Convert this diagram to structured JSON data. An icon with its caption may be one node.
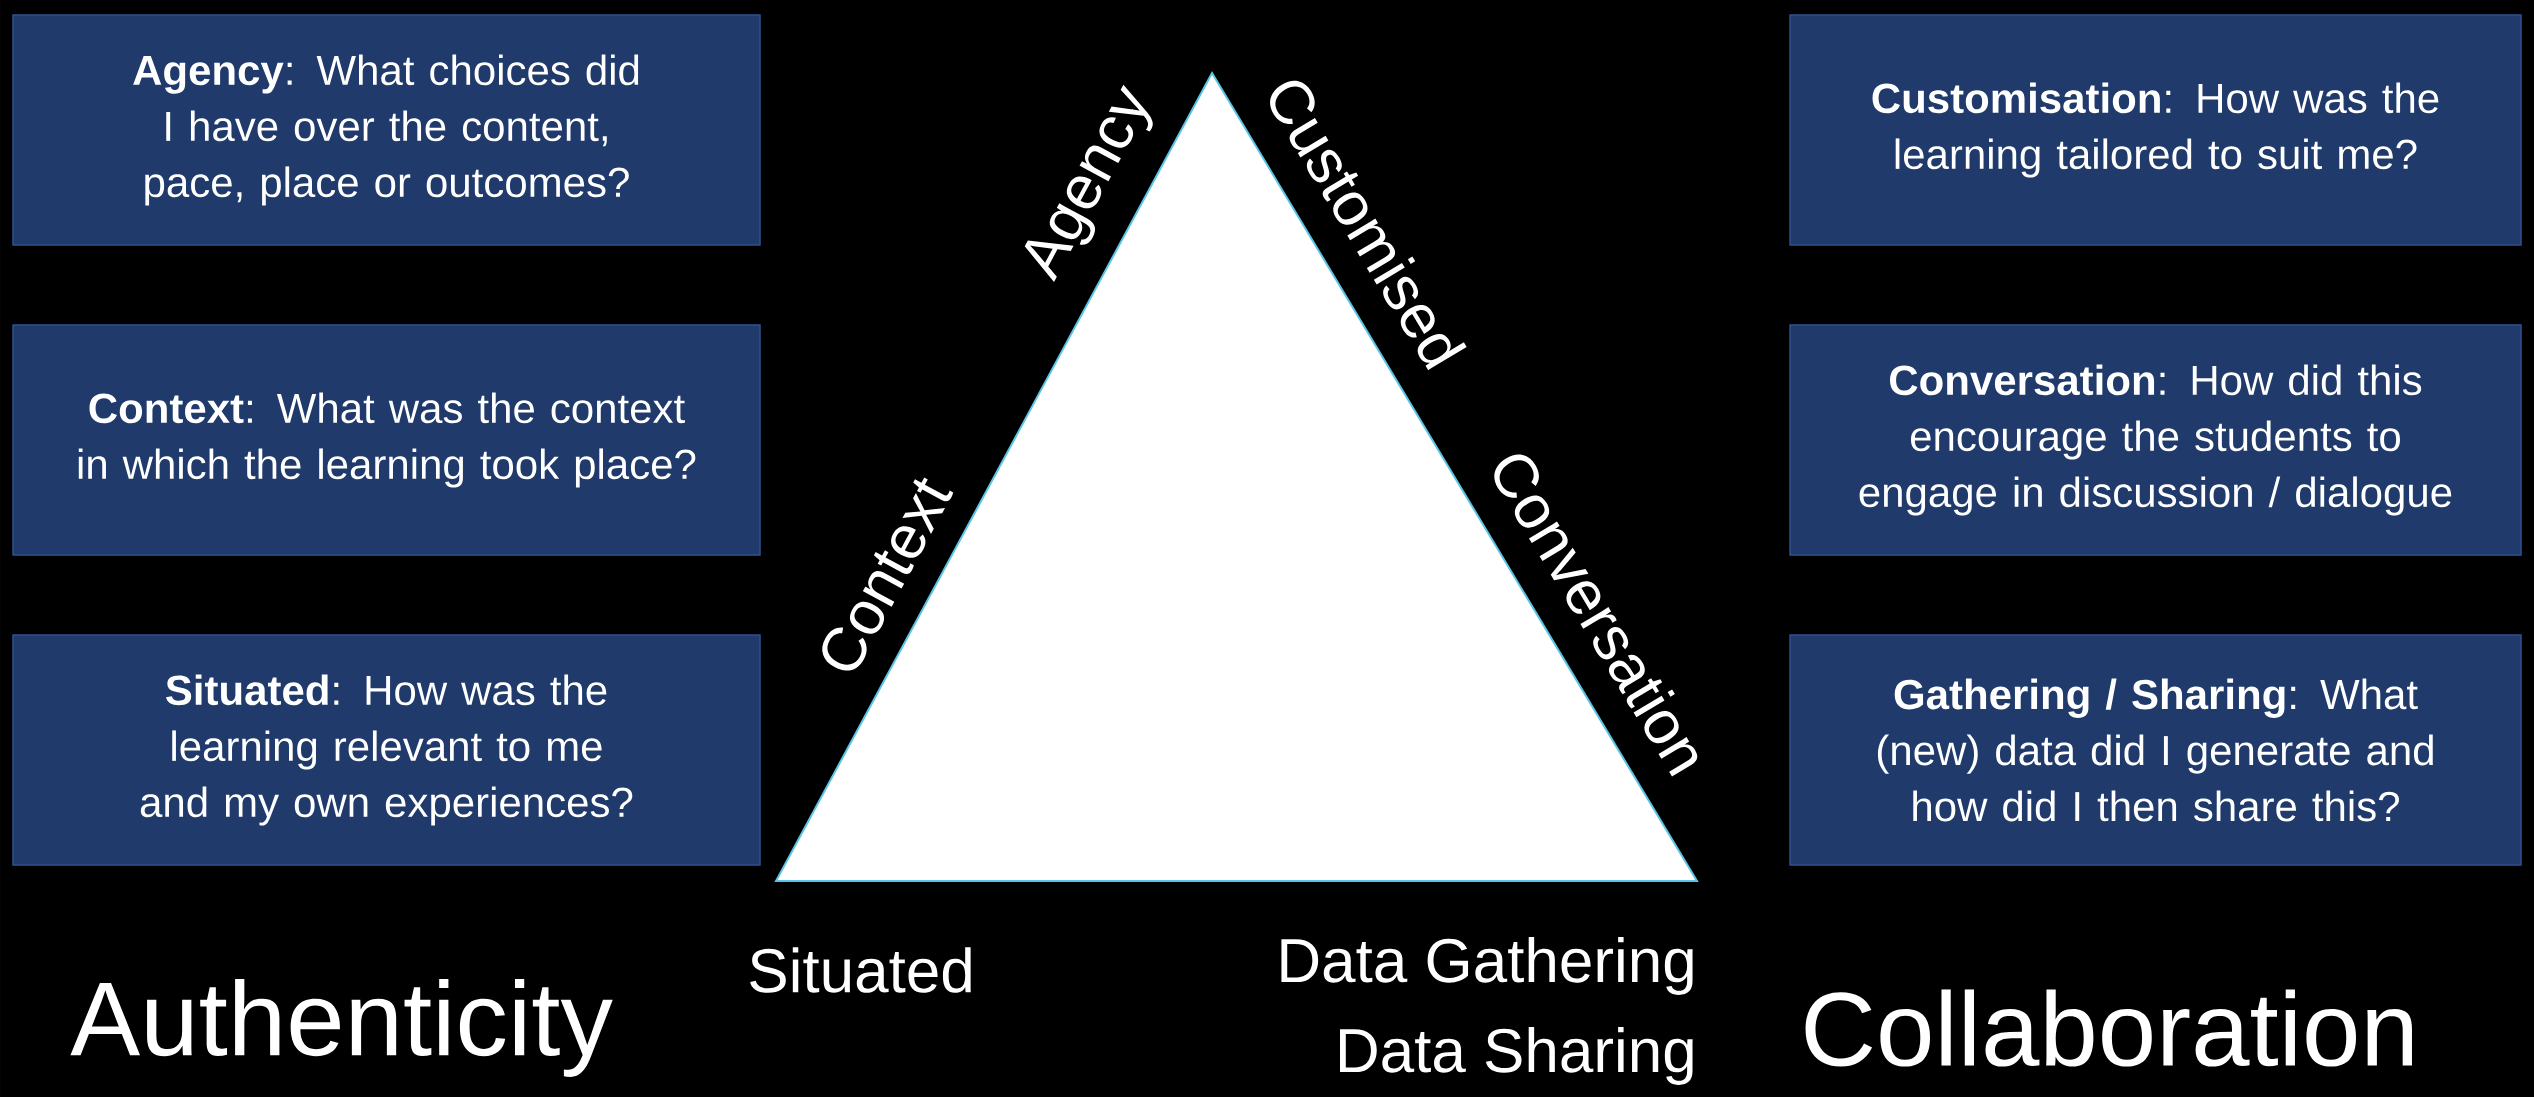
{
  "diagram": {
    "nodes": [
      {
        "text": [
          "**Agency**: What choices did I have over the content, pace, place or outcomes?"
        ]
      },
      {
        "text": [
          "**Customisation**: How was the learning tailored to suit me?"
        ]
      },
      {
        "text": [
          "**Context**: What was the context in which the learning took place?"
        ]
      },
      {
        "text": [
          "**Conversation**: How did this encourage the students to engage in discussion / dialogue"
        ]
      },
      {
        "text": [
          "**Situated**: How was the learning relevant to me and my own experiences?"
        ]
      },
      {
        "text": [
          "**Gathering / Sharing**: What (new) data did I generate and how did I then share this?"
        ]
      }
    ],
    "labels": [
      "Agency",
      "Customised",
      "Conversation",
      "Context",
      "Situated",
      "Data Gathering",
      "Authenticity",
      "Data Sharing",
      "Collaboration"
    ]
  }
}
